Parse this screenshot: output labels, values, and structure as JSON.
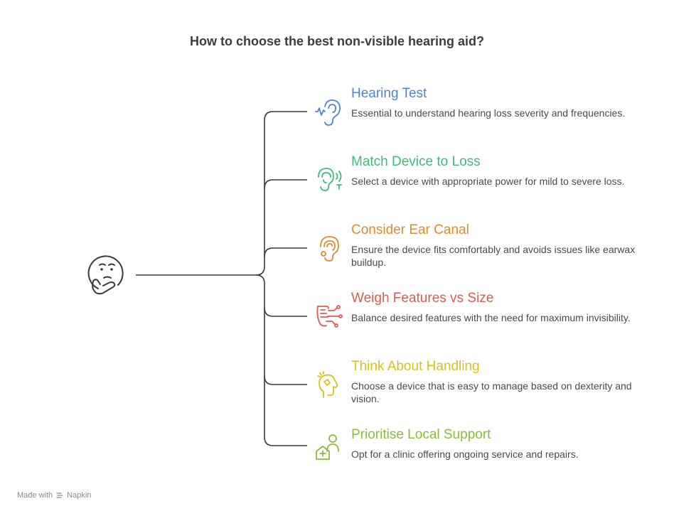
{
  "title": "How to choose the best non-visible hearing aid?",
  "items": [
    {
      "title": "Hearing Test",
      "desc": "Essential to understand hearing loss severity and frequencies.",
      "color": "#4a85d6",
      "icon": "ear-sound-icon"
    },
    {
      "title": "Match Device to Loss",
      "desc": "Select a device with appropriate power for mild to severe loss.",
      "color": "#3dbb7a",
      "icon": "ear-hearing-aid-icon"
    },
    {
      "title": "Consider Ear Canal",
      "desc": "Ensure the device fits comfortably and avoids issues like earwax buildup.",
      "color": "#e08a2c",
      "icon": "ear-canal-icon"
    },
    {
      "title": "Weigh Features vs Size",
      "desc": "Balance desired features with the need for maximum invisibility.",
      "color": "#e05a4e",
      "icon": "circuit-hand-icon"
    },
    {
      "title": "Think About Handling",
      "desc": "Choose a device that is easy to manage based on dexterity and vision.",
      "color": "#d9c21c",
      "icon": "hand-gesture-icon"
    },
    {
      "title": "Prioritise Local Support",
      "desc": "Opt for a clinic offering ongoing service and repairs.",
      "color": "#8cbc3a",
      "icon": "clinic-support-icon"
    }
  ],
  "footer": {
    "made_with": "Made with",
    "brand": "Napkin"
  }
}
